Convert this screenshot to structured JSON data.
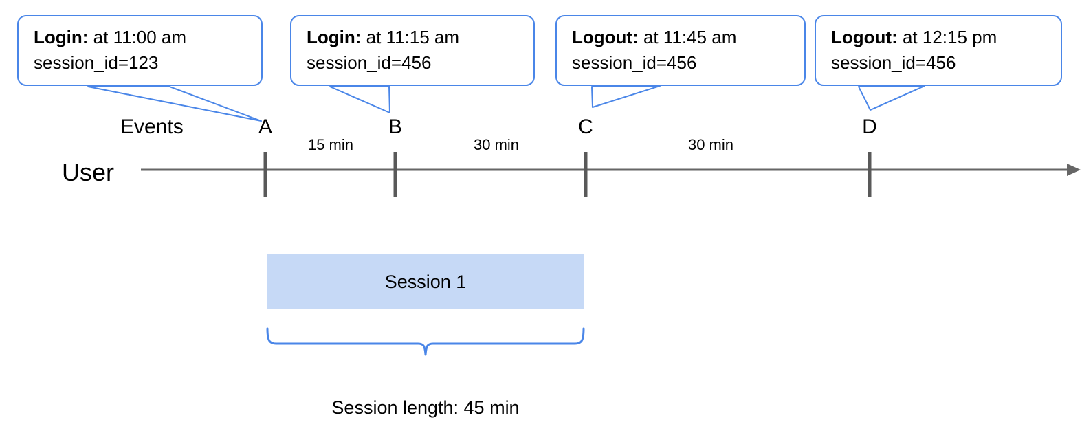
{
  "diagram": {
    "title_row_labels": {
      "events": "Events",
      "user": "User"
    },
    "callouts": [
      {
        "label": "Login:",
        "time": "at 11:00 am",
        "session": "session_id=123",
        "points_to": "A"
      },
      {
        "label": "Login:",
        "time": "at 11:15 am",
        "session": "session_id=456",
        "points_to": "B"
      },
      {
        "label": "Logout:",
        "time": "at 11:45 am",
        "session": "session_id=456",
        "points_to": "C"
      },
      {
        "label": "Logout:",
        "time": "at 12:15 pm",
        "session": "session_id=456",
        "points_to": "D"
      }
    ],
    "events": [
      {
        "name": "A"
      },
      {
        "name": "B"
      },
      {
        "name": "C"
      },
      {
        "name": "D"
      }
    ],
    "intervals": [
      {
        "label": "15 min",
        "from": "A",
        "to": "B"
      },
      {
        "label": "30 min",
        "from": "B",
        "to": "C"
      },
      {
        "label": "30 min",
        "from": "C",
        "to": "D"
      }
    ],
    "session": {
      "bar_label": "Session 1",
      "length_caption": "Session length: 45 min"
    },
    "colors": {
      "callout_border": "#4a86e8",
      "brace": "#4a86e8",
      "session_fill": "#c6d9f6",
      "axis": "#666666",
      "tick": "#595959",
      "text": "#000000"
    }
  }
}
